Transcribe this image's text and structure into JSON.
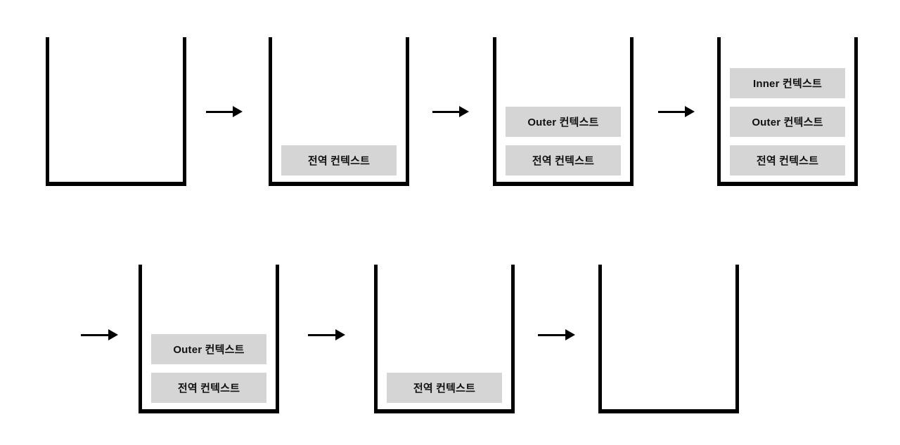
{
  "description": "Execution context call stack lifecycle diagram",
  "colors": {
    "background": "#ffffff",
    "stroke": "#000000",
    "box_bg": "#d5d5d5",
    "box_text": "#111111"
  },
  "icons": {
    "arrow_right": "→"
  },
  "labels": {
    "global_context": "전역 컨텍스트",
    "outer_context": "Outer 컨텍스트",
    "inner_context": "Inner 컨텍스트"
  },
  "stacks": [
    {
      "id": "step-1",
      "items": []
    },
    {
      "id": "step-2",
      "items": [
        "전역 컨텍스트"
      ]
    },
    {
      "id": "step-3",
      "items": [
        "Outer 컨텍스트",
        "전역 컨텍스트"
      ]
    },
    {
      "id": "step-4",
      "items": [
        "Inner 컨텍스트",
        "Outer 컨텍스트",
        "전역 컨텍스트"
      ]
    },
    {
      "id": "step-5",
      "items": [
        "Outer 컨텍스트",
        "전역 컨텍스트"
      ]
    },
    {
      "id": "step-6",
      "items": [
        "전역 컨텍스트"
      ]
    },
    {
      "id": "step-7",
      "items": []
    }
  ]
}
